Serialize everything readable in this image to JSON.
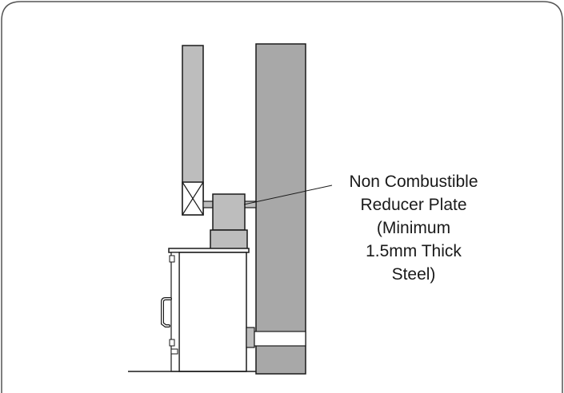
{
  "diagram": {
    "callout": {
      "lines": [
        "Non Combustible",
        "Reducer Plate",
        "(Minimum",
        "1.5mm Thick",
        "Steel)"
      ]
    },
    "colors": {
      "outline": "#1a1a1a",
      "pipe_fill": "#bdbdbd",
      "chimney_fill": "#a8a8a8",
      "stove_fill": "#ffffff",
      "frame_border": "#555555"
    }
  }
}
